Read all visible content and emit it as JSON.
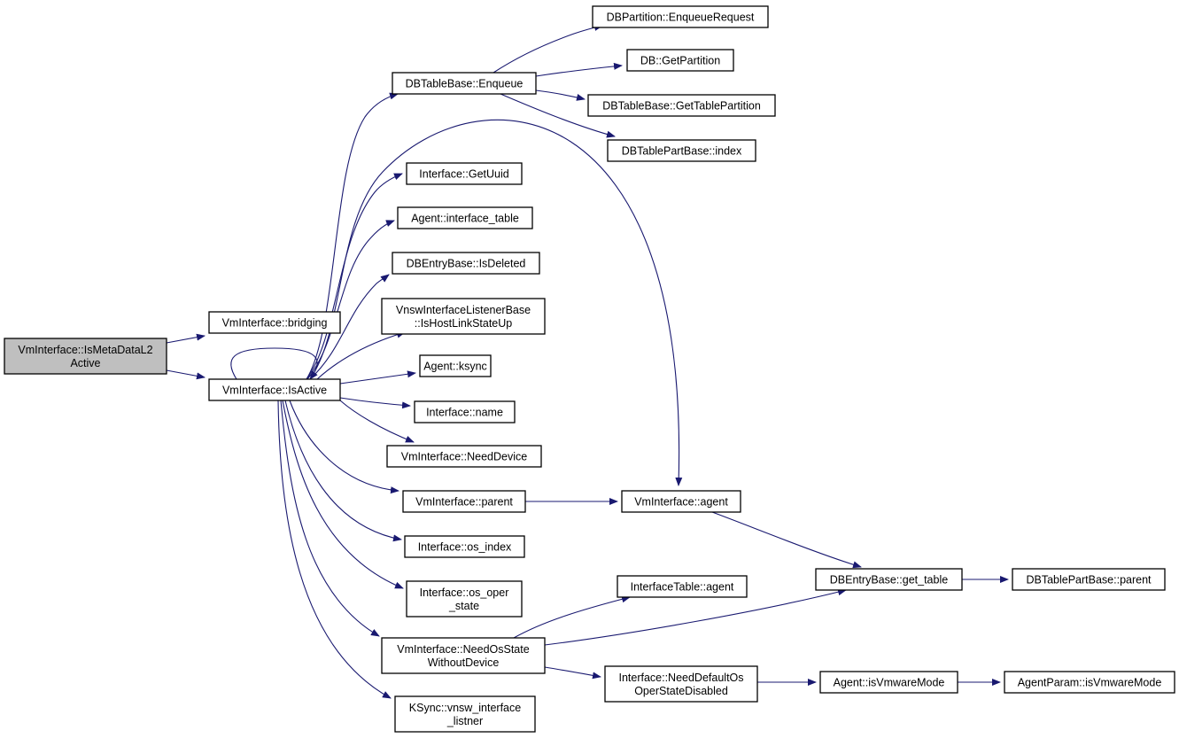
{
  "colors": {
    "edge": "#191970",
    "node_fill": "#ffffff",
    "root_fill": "#bfbfbf",
    "node_border": "#000000"
  },
  "nodes": {
    "root": [
      "VmInterface::IsMetaDataL2",
      "Active"
    ],
    "bridging": [
      "VmInterface::bridging"
    ],
    "isactive": [
      "VmInterface::IsActive"
    ],
    "enqueue": [
      "DBTableBase::Enqueue"
    ],
    "enqueuereq": [
      "DBPartition::EnqueueRequest"
    ],
    "getpartition": [
      "DB::GetPartition"
    ],
    "gettablepartition": [
      "DBTableBase::GetTablePartition"
    ],
    "index": [
      "DBTablePartBase::index"
    ],
    "getuuid": [
      "Interface::GetUuid"
    ],
    "interfacetable": [
      "Agent::interface_table"
    ],
    "isdeleted": [
      "DBEntryBase::IsDeleted"
    ],
    "hostlink": [
      "VnswInterfaceListenerBase",
      "::IsHostLinkStateUp"
    ],
    "ksync": [
      "Agent::ksync"
    ],
    "name": [
      "Interface::name"
    ],
    "needdevice": [
      "VmInterface::NeedDevice"
    ],
    "parent": [
      "VmInterface::parent"
    ],
    "vmagent": [
      "VmInterface::agent"
    ],
    "osindex": [
      "Interface::os_index"
    ],
    "osoper": [
      "Interface::os_oper",
      "_state"
    ],
    "needosstate": [
      "VmInterface::NeedOsState",
      "WithoutDevice"
    ],
    "vnswlistner": [
      "KSync::vnsw_interface",
      "_listner"
    ],
    "itableagent": [
      "InterfaceTable::agent"
    ],
    "needdefaultos": [
      "Interface::NeedDefaultOs",
      "OperStateDisabled"
    ],
    "gettable": [
      "DBEntryBase::get_table"
    ],
    "tpparent": [
      "DBTablePartBase::parent"
    ],
    "isvmware": [
      "Agent::isVmwareMode"
    ],
    "paramvmware": [
      "AgentParam::isVmwareMode"
    ]
  },
  "edges": [
    {
      "from": "root",
      "to": "bridging"
    },
    {
      "from": "root",
      "to": "isactive"
    },
    {
      "from": "isactive",
      "to": "isactive"
    },
    {
      "from": "isactive",
      "to": "enqueue"
    },
    {
      "from": "enqueue",
      "to": "enqueuereq"
    },
    {
      "from": "enqueue",
      "to": "getpartition"
    },
    {
      "from": "enqueue",
      "to": "gettablepartition"
    },
    {
      "from": "enqueue",
      "to": "index"
    },
    {
      "from": "isactive",
      "to": "vmagent"
    },
    {
      "from": "isactive",
      "to": "getuuid"
    },
    {
      "from": "isactive",
      "to": "interfacetable"
    },
    {
      "from": "isactive",
      "to": "isdeleted"
    },
    {
      "from": "isactive",
      "to": "hostlink"
    },
    {
      "from": "isactive",
      "to": "ksync"
    },
    {
      "from": "isactive",
      "to": "name"
    },
    {
      "from": "isactive",
      "to": "needdevice"
    },
    {
      "from": "isactive",
      "to": "parent"
    },
    {
      "from": "isactive",
      "to": "osindex"
    },
    {
      "from": "isactive",
      "to": "osoper"
    },
    {
      "from": "isactive",
      "to": "needosstate"
    },
    {
      "from": "isactive",
      "to": "vnswlistner"
    },
    {
      "from": "parent",
      "to": "vmagent"
    },
    {
      "from": "vmagent",
      "to": "gettable"
    },
    {
      "from": "gettable",
      "to": "tpparent"
    },
    {
      "from": "needosstate",
      "to": "itableagent"
    },
    {
      "from": "needosstate",
      "to": "gettable"
    },
    {
      "from": "needosstate",
      "to": "needdefaultos"
    },
    {
      "from": "needdefaultos",
      "to": "isvmware"
    },
    {
      "from": "isvmware",
      "to": "paramvmware"
    }
  ]
}
